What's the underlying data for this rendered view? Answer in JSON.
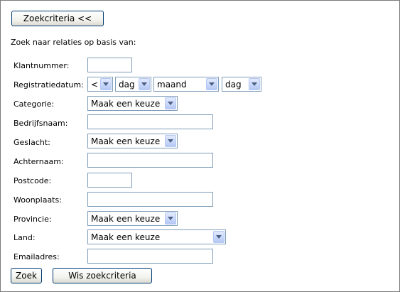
{
  "toggle_button_label": "Zoekcriteria <<",
  "intro_text": "Zoek naar relaties op basis van:",
  "fields": {
    "klantnummer": {
      "label": "Klantnummer:",
      "value": ""
    },
    "registratiedatum": {
      "label": "Registratiedatum:",
      "operator": "<",
      "day": "dag",
      "month": "maand",
      "year": "dag"
    },
    "categorie": {
      "label": "Categorie:",
      "selected": "Maak een keuze"
    },
    "bedrijfsnaam": {
      "label": "Bedrijfsnaam:",
      "value": ""
    },
    "geslacht": {
      "label": "Geslacht:",
      "selected": "Maak een keuze"
    },
    "achternaam": {
      "label": "Achternaam:",
      "value": ""
    },
    "postcode": {
      "label": "Postcode:",
      "value": ""
    },
    "woonplaats": {
      "label": "Woonplaats:",
      "value": ""
    },
    "provincie": {
      "label": "Provincie:",
      "selected": "Maak een keuze"
    },
    "land": {
      "label": "Land:",
      "selected": "Maak een keuze"
    },
    "emailadres": {
      "label": "Emailadres:",
      "value": ""
    }
  },
  "buttons": {
    "search": "Zoek",
    "clear": "Wis zoekcriteria"
  },
  "icons": {
    "dropdown": "chevron-down-icon"
  }
}
